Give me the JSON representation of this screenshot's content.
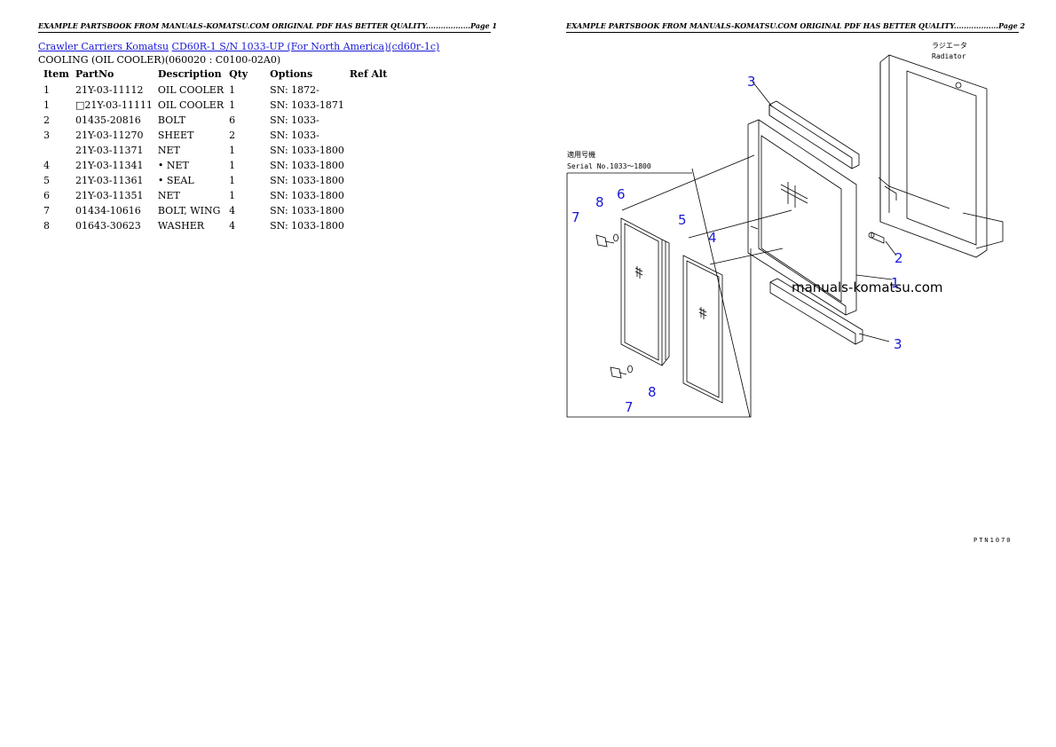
{
  "header_left": "EXAMPLE PARTSBOOK FROM MANUALS-KOMATSU.COM ORIGINAL PDF HAS BETTER QUALITY..................Page 1",
  "header_right": "EXAMPLE PARTSBOOK FROM MANUALS-KOMATSU.COM ORIGINAL PDF HAS BETTER QUALITY..................Page 2",
  "breadcrumb": {
    "link1": "Crawler Carriers Komatsu",
    "link2": "CD60R-1 S/N 1033-UP (For North America)(cd60r-1c)"
  },
  "section_title": "COOLING (OIL COOLER)(060020 : C0100-02A0)",
  "table": {
    "headers": [
      "Item",
      "PartNo",
      "Description",
      "Qty",
      "Options",
      "Ref Alt"
    ],
    "rows": [
      [
        "1",
        "21Y-03-11112",
        "OIL COOLER",
        "1",
        "SN: 1872-",
        ""
      ],
      [
        "1",
        "□21Y-03-11111",
        "OIL COOLER",
        "1",
        "SN: 1033-1871",
        ""
      ],
      [
        "2",
        "01435-20816",
        "BOLT",
        "6",
        "SN: 1033-",
        ""
      ],
      [
        "3",
        "21Y-03-11270",
        "SHEET",
        "2",
        "SN: 1033-",
        ""
      ],
      [
        "",
        "21Y-03-11371",
        "NET",
        "1",
        "SN: 1033-1800",
        ""
      ],
      [
        "4",
        "21Y-03-11341",
        "• NET",
        "1",
        "SN: 1033-1800",
        ""
      ],
      [
        "5",
        "21Y-03-11361",
        "• SEAL",
        "1",
        "SN: 1033-1800",
        ""
      ],
      [
        "6",
        "21Y-03-11351",
        "NET",
        "1",
        "SN: 1033-1800",
        ""
      ],
      [
        "7",
        "01434-10616",
        "BOLT, WING",
        "4",
        "SN: 1033-1800",
        ""
      ],
      [
        "8",
        "01643-30623",
        "WASHER",
        "4",
        "SN: 1033-1800",
        ""
      ]
    ]
  },
  "diagram": {
    "radiator_jp": "ラジエータ",
    "radiator_en": "Radiator",
    "serial_jp": "適用号機",
    "serial_en": "Serial No.1033～1800",
    "watermark": "manuals-komatsu.com",
    "callouts": [
      "3",
      "3",
      "2",
      "1",
      "4",
      "5",
      "6",
      "7",
      "8",
      "7",
      "8"
    ],
    "callout_color": "#1a1ad6",
    "code": "PTN1070"
  }
}
